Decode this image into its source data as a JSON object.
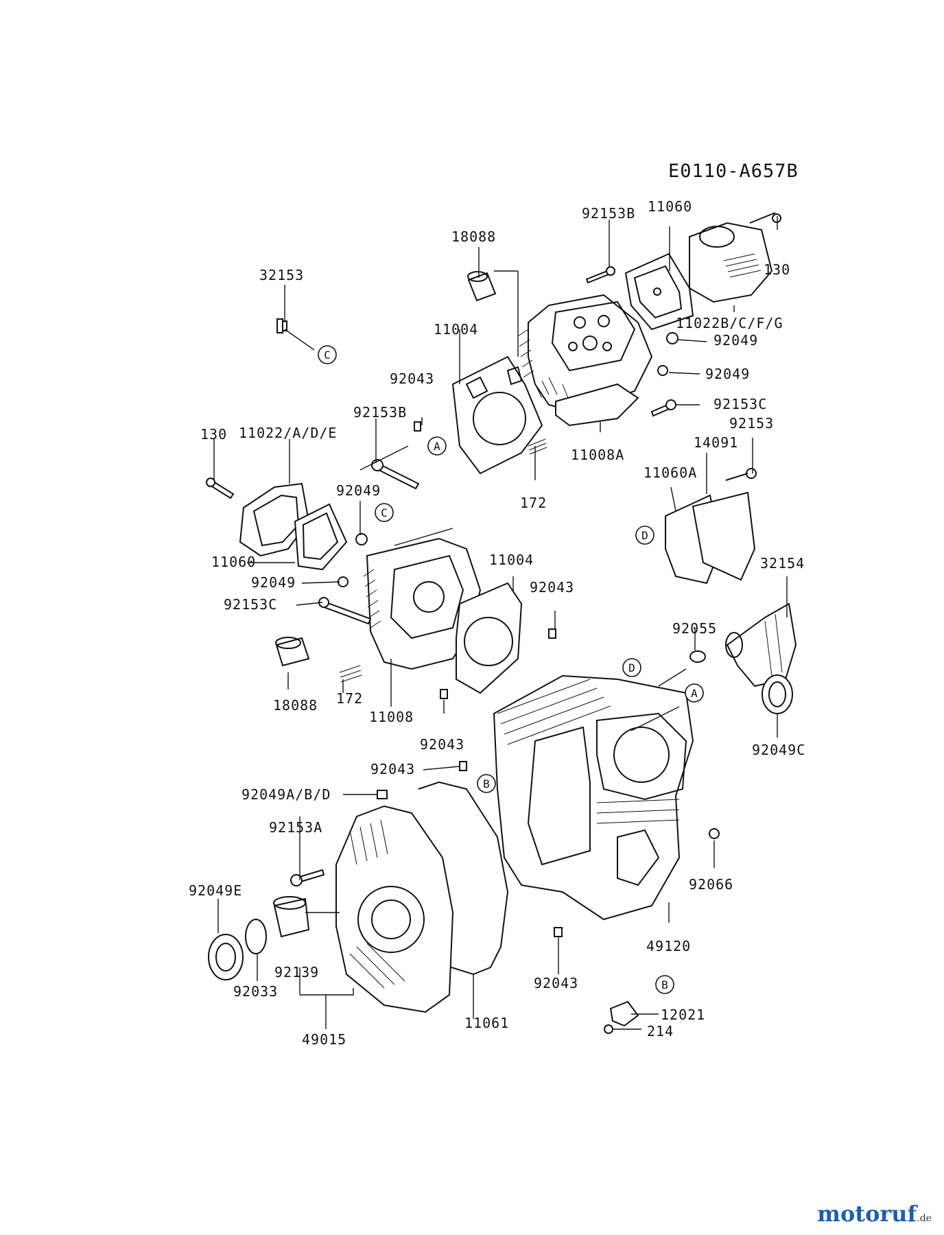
{
  "diagram_code": "E0110-A657B",
  "brand": {
    "name": "motoruf",
    "suffix": ".de"
  },
  "labels": {
    "p18088_top": "18088",
    "p92153B_top": "92153B",
    "p11060_top": "11060",
    "p130_top": "130",
    "p32153": "32153",
    "p11004_top": "11004",
    "p11022BCFG": "11022B/C/F/G",
    "p92049_r1": "92049",
    "p92049_r2": "92049",
    "p92043_top": "92043",
    "p92153C_top": "92153C",
    "p92153B_left": "92153B",
    "p11008A": "11008A",
    "p92153_right": "92153",
    "p130_left": "130",
    "p11022ADE": "11022/A/D/E",
    "p14091": "14091",
    "p11060A": "11060A",
    "p172_top": "172",
    "p92049_mid": "92049",
    "p11060_left": "11060",
    "p11004_mid": "11004",
    "p32154": "32154",
    "p92049_left": "92049",
    "p92043_mid": "92043",
    "p92153C_left": "92153C",
    "p92055": "92055",
    "p18088_left": "18088",
    "p172_left": "172",
    "p11008": "11008",
    "p92049C": "92049C",
    "p92043_low": "92043",
    "p92043_crank": "92043",
    "p92049ABD": "92049A/B/D",
    "p92153A": "92153A",
    "p92066": "92066",
    "p92049E": "92049E",
    "p49120": "49120",
    "p92139": "92139",
    "p92033": "92033",
    "p92043_bottom": "92043",
    "p12021": "12021",
    "p214": "214",
    "p11061": "11061",
    "p49015": "49015"
  },
  "refs": {
    "C_top": "C",
    "A_top": "A",
    "C_mid": "C",
    "D_left": "D",
    "D_case": "D",
    "A_case": "A",
    "B_case": "B",
    "B_bottom": "B"
  }
}
